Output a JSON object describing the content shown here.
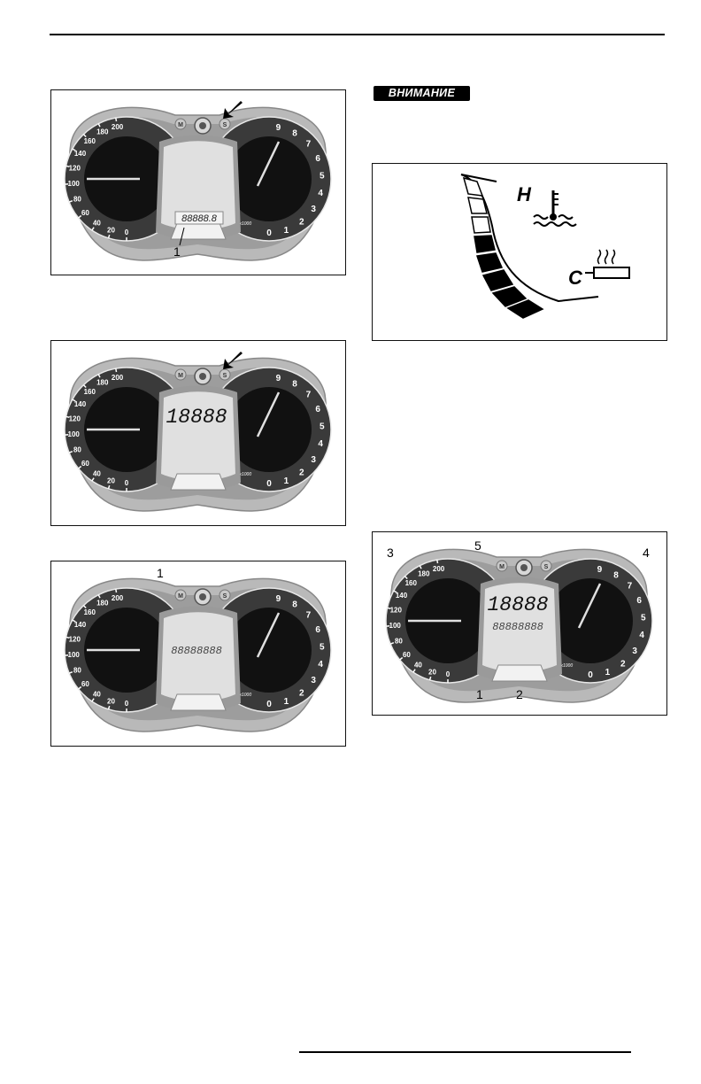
{
  "warning_badge": {
    "label": "ВНИМАНИЕ"
  },
  "gauge": {
    "speed_ticks": [
      "200",
      "180",
      "160",
      "140",
      "120",
      "100",
      "80",
      "60",
      "40",
      "20",
      "0"
    ],
    "rpm_ticks": [
      "9",
      "8",
      "7",
      "6",
      "5",
      "4",
      "3",
      "2",
      "1",
      "0"
    ],
    "rpm_unit": "RPM x1000",
    "button_left": "M",
    "button_right": "S"
  },
  "figure1": {
    "odometer": "88888.8",
    "callouts": [
      "1"
    ]
  },
  "figure2": {
    "main_display": "18888"
  },
  "figure3": {
    "text_row": "88888888",
    "callouts": [
      "1"
    ]
  },
  "figure4": {
    "main_display": "18888",
    "callouts": [
      "1",
      "2",
      "3",
      "4",
      "5"
    ]
  },
  "temp_figure": {
    "hot_label": "H",
    "cold_label": "C"
  }
}
